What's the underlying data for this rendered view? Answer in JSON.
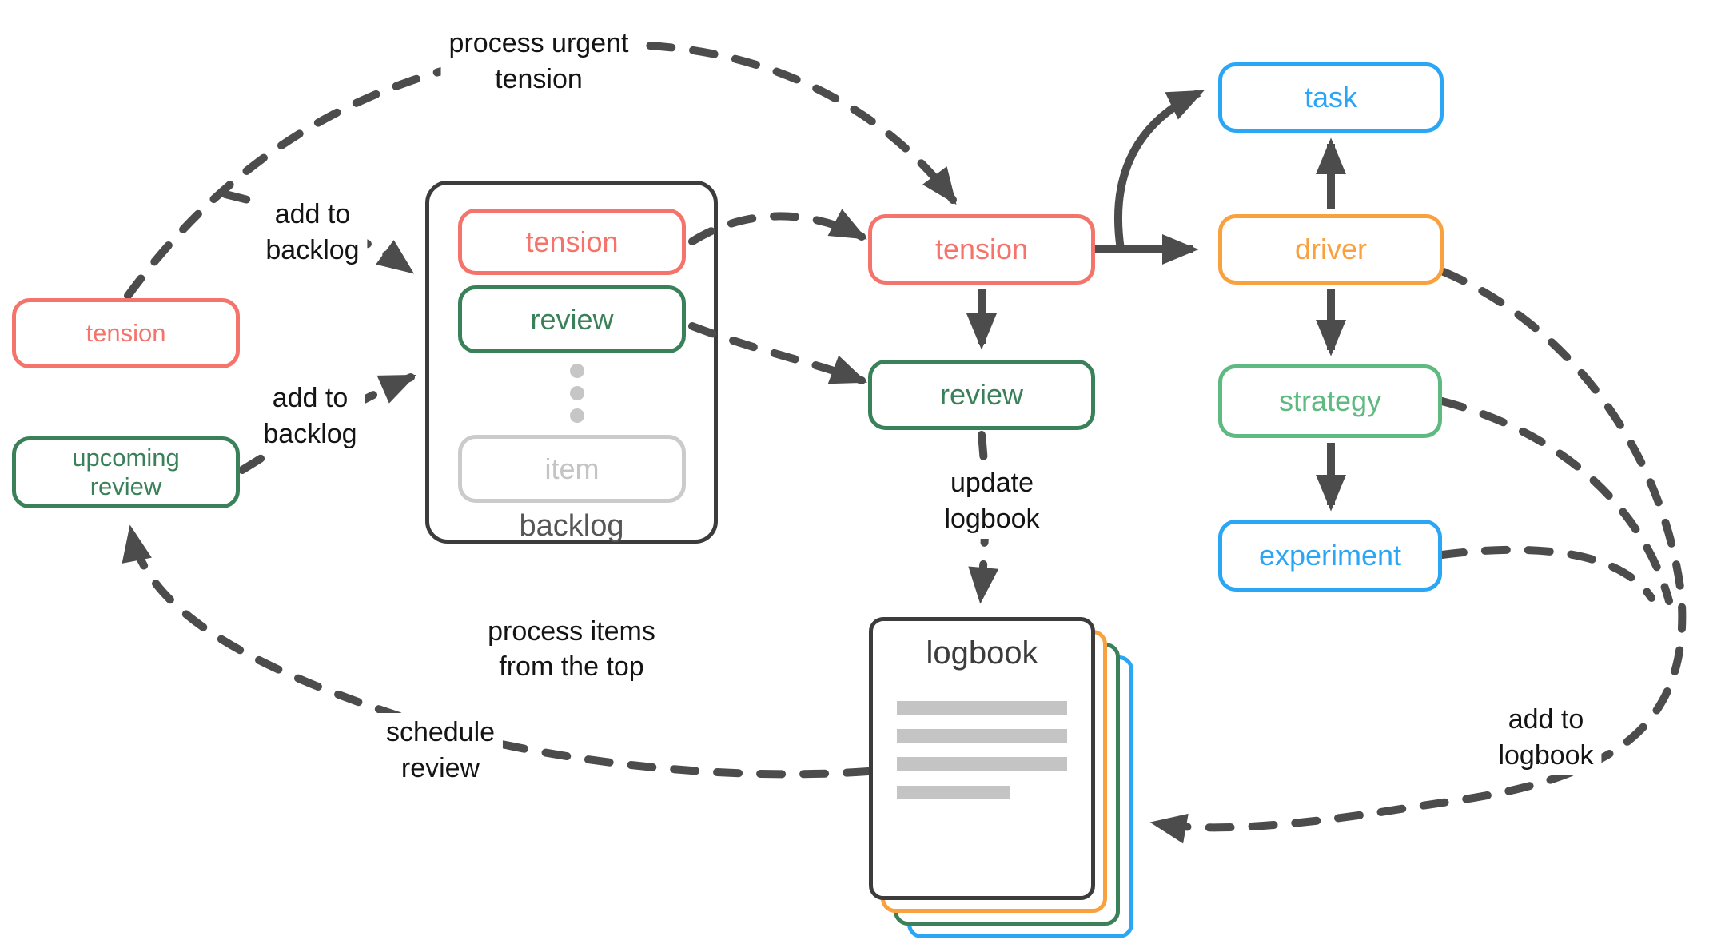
{
  "palette": {
    "salmon": "#f4746c",
    "green_dark": "#3a8159",
    "green_light": "#5fba82",
    "orange": "#f9a13e",
    "blue": "#2ba6f5",
    "arrow_gray": "#4c4c4c",
    "frame_dark": "#3c3c3c",
    "muted_gray": "#cbcbcb"
  },
  "nodes": {
    "tension_left": "tension",
    "upcoming_review": "upcoming\nreview",
    "center_tension": "tension",
    "center_review": "review",
    "task": "task",
    "driver": "driver",
    "strategy": "strategy",
    "experiment": "experiment"
  },
  "backlog": {
    "title": "backlog",
    "items": {
      "tension": "tension",
      "review": "review",
      "item": "item"
    },
    "caption": "process items\nfrom the top"
  },
  "logbook": {
    "title": "logbook"
  },
  "edge_labels": {
    "process_urgent_tension": "process urgent\ntension",
    "add_to_backlog_top": "add to\nbacklog",
    "add_to_backlog_bottom": "add to\nbacklog",
    "update_logbook": "update\nlogbook",
    "schedule_review": "schedule\nreview",
    "add_to_logbook": "add to\nlogbook"
  }
}
